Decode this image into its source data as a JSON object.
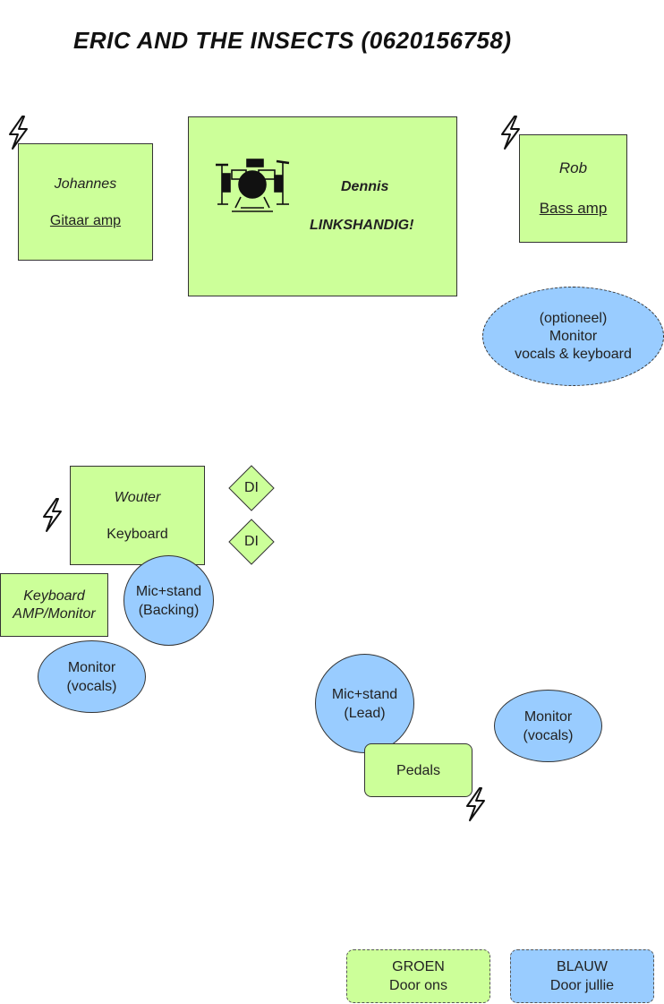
{
  "title": "ERIC AND THE INSECTS (0620156758)",
  "johannes": {
    "name": "Johannes",
    "amp": "Gitaar amp"
  },
  "dennis": {
    "name": "Dennis",
    "note": "LINKSHANDIG!"
  },
  "rob": {
    "name": "Rob",
    "amp": "Bass amp"
  },
  "optional_monitor": {
    "line1": "(optioneel)",
    "line2": "Monitor",
    "line3": "vocals & keyboard"
  },
  "wouter": {
    "name": "Wouter",
    "instrument": "Keyboard"
  },
  "di1": "DI",
  "di2": "DI",
  "keyboard_amp": {
    "line1": "Keyboard",
    "line2": "AMP/Monitor"
  },
  "mic_backing": {
    "line1": "Mic+stand",
    "line2": "(Backing)"
  },
  "monitor_left": {
    "line1": "Monitor",
    "line2": "(vocals)"
  },
  "mic_lead": {
    "line1": "Mic+stand",
    "line2": "(Lead)"
  },
  "monitor_right": {
    "line1": "Monitor",
    "line2": "(vocals)"
  },
  "pedals": "Pedals",
  "legend": {
    "green": {
      "line1": "GROEN",
      "line2": "Door ons"
    },
    "blue": {
      "line1": "BLAUW",
      "line2": "Door jullie"
    }
  },
  "colors": {
    "green": "#ccff99",
    "blue": "#99ccff"
  },
  "icons": [
    "power-bolt-icon",
    "drum-kit-icon"
  ]
}
